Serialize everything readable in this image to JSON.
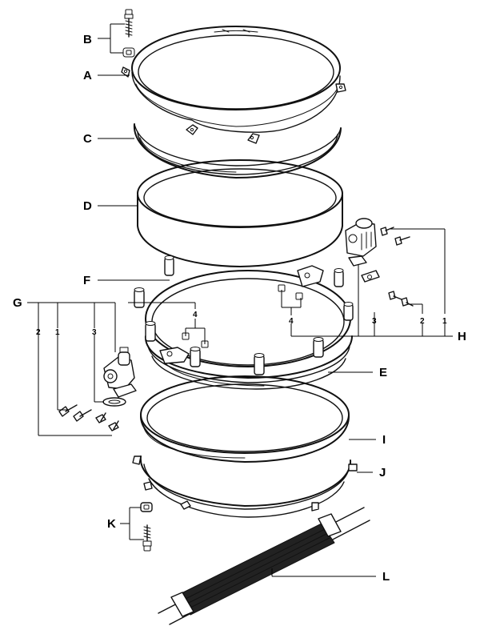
{
  "labels": {
    "A": "A",
    "B": "B",
    "C": "C",
    "D": "D",
    "E": "E",
    "F": "F",
    "G": "G",
    "H": "H",
    "I": "I",
    "J": "J",
    "K": "K",
    "L": "L"
  },
  "g_numbers": {
    "n1": "1",
    "n2": "2",
    "n3": "3",
    "n4": "4"
  },
  "h_numbers": {
    "n1": "1",
    "n2": "2",
    "n3": "3",
    "n4": "4"
  },
  "colors": {
    "line": "#111111",
    "background": "#ffffff",
    "snare_wire": "#1a1a1a"
  }
}
